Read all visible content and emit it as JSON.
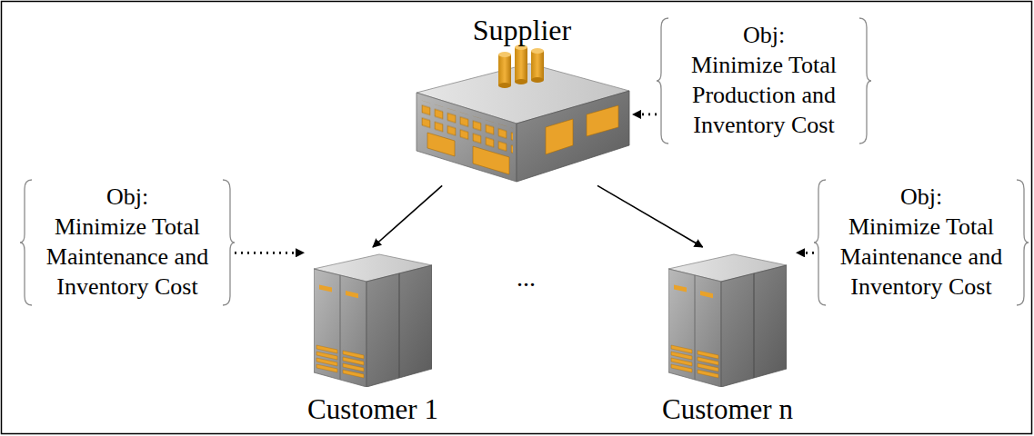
{
  "diagram": {
    "nodes": [
      {
        "text": [
          "Supplier"
        ]
      },
      {
        "text": [
          "Obj:",
          "Minimize Total Production and Inventory Cost"
        ]
      },
      {
        "text": [
          "Obj:",
          "Minimize Total Maintenance and Inventory Cost"
        ]
      },
      {
        "text": [
          "Customer 1"
        ]
      },
      {
        "text": [
          "Customer n"
        ]
      },
      {
        "text": [
          "Obj:",
          "Minimize Total Maintenance and Inventory Cost"
        ]
      }
    ],
    "edges": [
      {
        "from": 0,
        "to": 3,
        "arrow": "to"
      },
      {
        "from": 0,
        "to": 4,
        "arrow": "to"
      },
      {
        "from": 1,
        "to": 0,
        "arrow": "to"
      },
      {
        "from": 2,
        "to": 3,
        "arrow": "to"
      },
      {
        "from": 5,
        "to": 4,
        "arrow": "to"
      }
    ],
    "labels": [
      "..."
    ]
  }
}
